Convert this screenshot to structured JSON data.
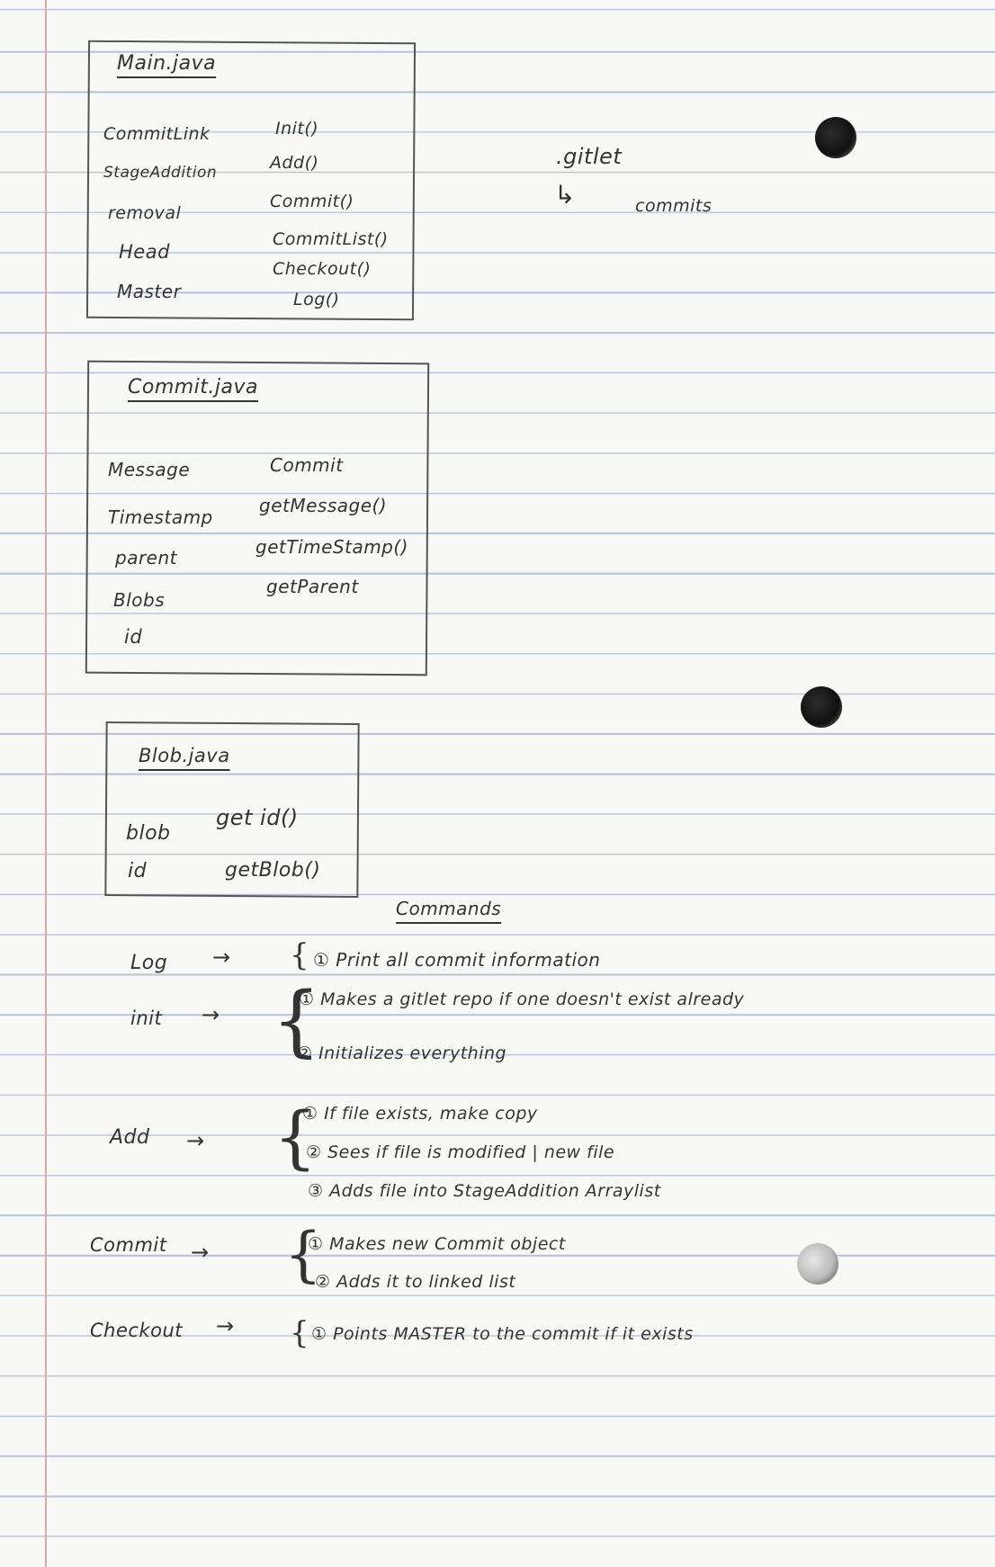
{
  "main_box": {
    "title": "Main.java",
    "fields": [
      "CommitLink",
      "StageAddition",
      "removal",
      "Head",
      "Master"
    ],
    "methods": [
      "Init()",
      "Add()",
      "Commit()",
      "CommitList()",
      "Checkout()",
      "Log()"
    ]
  },
  "gitlet_note": {
    "dir": ".gitlet",
    "arrow": "↳",
    "sub": "commits"
  },
  "commit_box": {
    "title": "Commit.java",
    "fields": [
      "Message",
      "Timestamp",
      "parent",
      "Blobs",
      "id"
    ],
    "methods": [
      "Commit",
      "getMessage()",
      "getTimeStamp()",
      "getParent"
    ]
  },
  "blob_box": {
    "title": "Blob.java",
    "fields": [
      "blob",
      "id"
    ],
    "methods": [
      "get id()",
      "getBlob()"
    ]
  },
  "commands": {
    "heading": "Commands",
    "items": [
      {
        "name": "Log",
        "steps": [
          "① Print all commit information"
        ]
      },
      {
        "name": "init",
        "steps": [
          "① Makes a gitlet repo if one doesn't exist already",
          "② Initializes everything"
        ]
      },
      {
        "name": "Add",
        "steps": [
          "① If file exists, make copy",
          "② Sees if file is modified | new file",
          "③ Adds file into StageAddition Arraylist"
        ]
      },
      {
        "name": "Commit",
        "steps": [
          "① Makes new Commit object",
          "② Adds it to linked list"
        ]
      },
      {
        "name": "Checkout",
        "steps": [
          "① Points MASTER to the commit if it exists"
        ]
      }
    ]
  }
}
